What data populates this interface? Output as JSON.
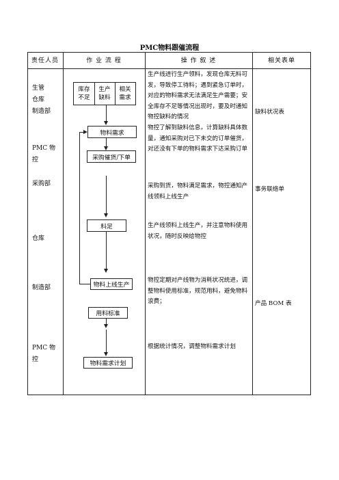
{
  "title": "PMC物料跟催流程",
  "header": {
    "col1": "责任人员",
    "col2": "作 业 流 程",
    "col3": "操 作 叙 述",
    "col4": "相关表单"
  },
  "roles": [
    {
      "lines": [
        "生管",
        "仓库",
        "制造部"
      ]
    },
    {
      "lines": [
        "PMC 物",
        "控"
      ]
    },
    {
      "lines": [
        "采购部"
      ]
    },
    {
      "lines": [
        "仓库"
      ]
    },
    {
      "lines": [
        "制造部"
      ]
    },
    {
      "lines": [
        "PMC 物",
        "控"
      ]
    }
  ],
  "flow": {
    "top_cells": [
      "库存\n不足",
      "生产\n缺料",
      "相关\n需求"
    ],
    "steps": [
      "物料需求",
      "采购催货/下单",
      "料足",
      "物料上线生产",
      "用料标准",
      "物料需求计划"
    ]
  },
  "descriptions": [
    "生产线进行生产领料，发现仓库无料可发，导致停工待料；遇到紧急订单时，对应的物料需求无法满足生产需要；安全库存不足等情况出现时，要及时通知物控缺料的情况",
    "物控了解到缺料信息，计算缺料具体数量，通知采购对已下未交的订单催货，对还没有下单的物料需求下达采购订单",
    "采购到货，物料满足需求，物控通知产线领料上线生产",
    "生产线领料上线生产，并注意物料使用状况，随时反映给物控",
    "物控定期对产线物为消耗状况统进，调整物料使用标准，规范用料，避免物料浪费；",
    "根据统计情况，调整物料需求计划"
  ],
  "forms": [
    "缺料状况表",
    "事务联络单",
    "产品 BOM 表"
  ]
}
